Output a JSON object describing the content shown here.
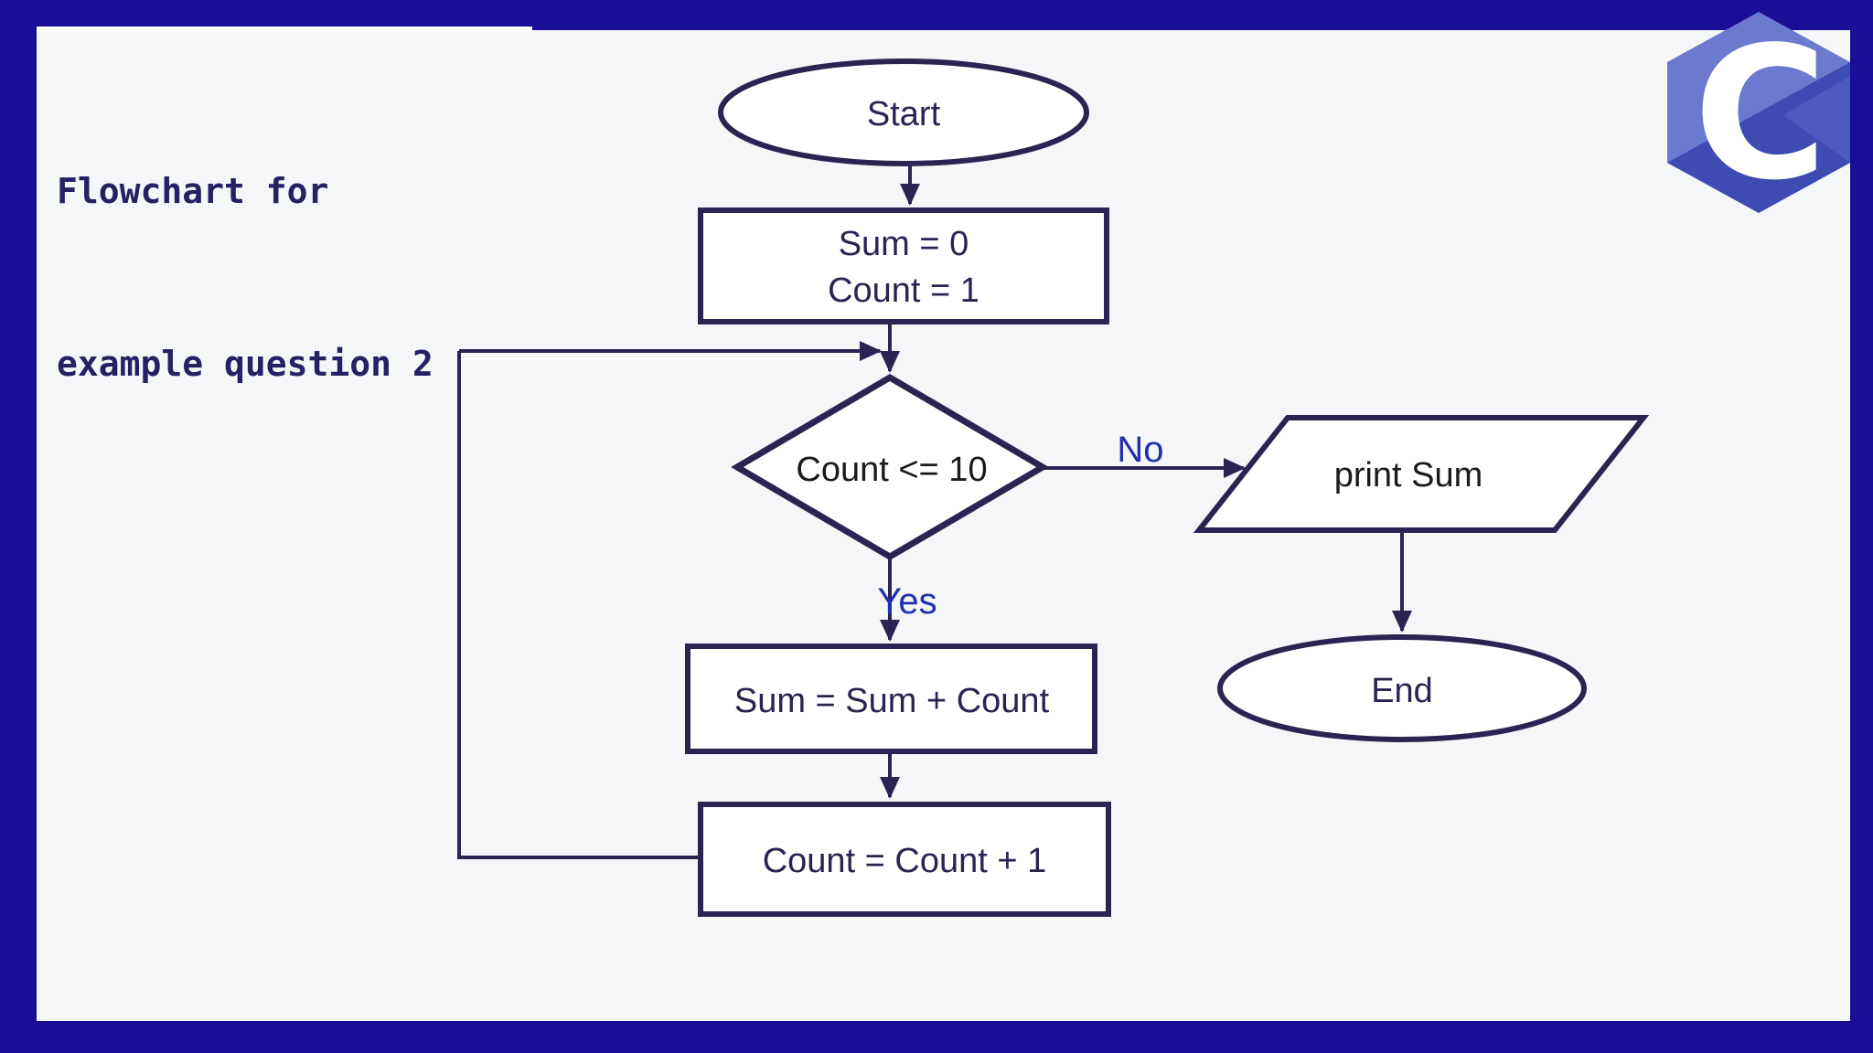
{
  "header": {
    "title_line1": "Flowchart for",
    "title_line2": "example question 2"
  },
  "logo": {
    "letter": "C"
  },
  "flowchart": {
    "start_label": "Start",
    "init_line1": "Sum = 0",
    "init_line2": "Count = 1",
    "decision_label": "Count <= 10",
    "branch_no": "No",
    "branch_yes": "Yes",
    "print_label": "print Sum",
    "accumulate_label": "Sum = Sum + Count",
    "increment_label": "Count = Count + 1",
    "end_label": "End"
  },
  "colors": {
    "frame_blue": "#1a0d96",
    "panel_bg": "#f5f6f8",
    "shape_stroke": "#2a2453",
    "shape_fill": "#ffffff",
    "node_text_navy": "#2a2453",
    "node_text_black": "#1a1a1a",
    "branch_label_blue": "#2230ae",
    "title_text": "#252164",
    "logo_light": "#6b79cf",
    "logo_dark": "#3d4bb2",
    "logo_wedge": "#4d5bc0"
  }
}
